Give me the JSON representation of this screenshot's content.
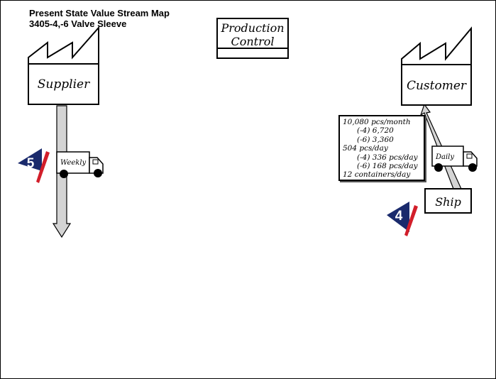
{
  "header": {
    "title": "Present State Value Stream Map",
    "subtitle": "3405-4,-6 Valve Sleeve"
  },
  "production_control": {
    "line1": "Production",
    "line2": "Control"
  },
  "supplier": {
    "label": "Supplier"
  },
  "customer": {
    "label": "Customer"
  },
  "ship": {
    "label": "Ship"
  },
  "supplier_truck": {
    "label": "Weekly"
  },
  "customer_truck": {
    "label": "Daily"
  },
  "supplier_badge": {
    "number": "5"
  },
  "ship_badge": {
    "number": "4"
  },
  "demand": {
    "lines": [
      "10,080 pcs/month",
      "(-4) 6,720",
      "(-6) 3,360",
      "504 pcs/day",
      "(-4) 336 pcs/day",
      "(-6) 168 pcs/day",
      "12 containers/day"
    ]
  },
  "colors": {
    "badge_blue": "#1a2a6c",
    "badge_red": "#d21e2a",
    "arrow_fill": "#d4d4d4",
    "line": "#000000"
  }
}
